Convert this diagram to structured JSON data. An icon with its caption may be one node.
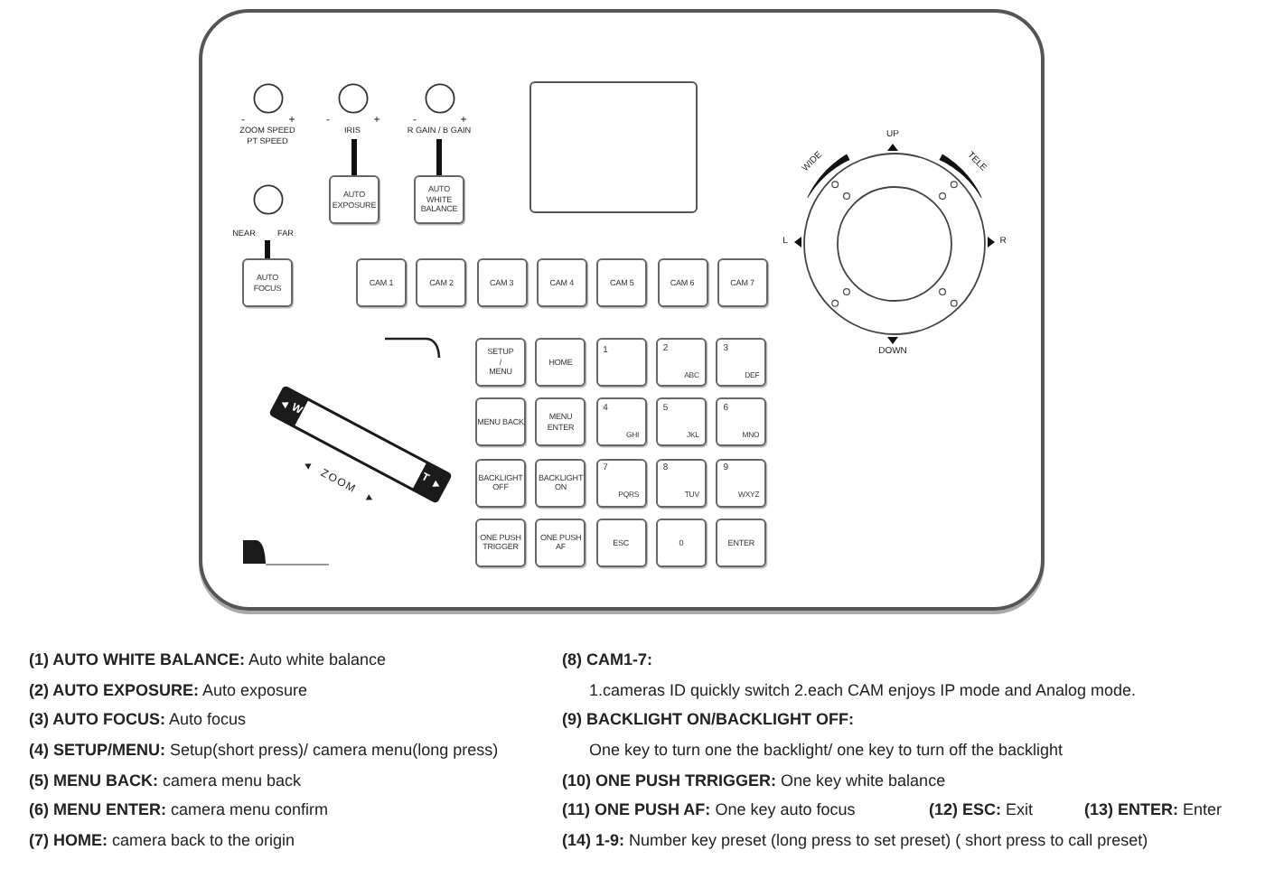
{
  "diagram": {
    "nodes": [
      {
        "text": [],
        "shape": "box"
      },
      {
        "text": [],
        "shape": "circle",
        "in": 0,
        "beside": [
          "-",
          "+",
          "ZOOM SPEED",
          "PT SPEED"
        ]
      },
      {
        "text": [],
        "shape": "circle",
        "in": 0,
        "beside": [
          "-",
          "+",
          "IRIS"
        ]
      },
      {
        "text": [],
        "shape": "circle",
        "in": 0,
        "beside": [
          "-",
          "+",
          "R GAIN / B GAIN"
        ]
      },
      {
        "text": [],
        "shape": "box",
        "in": 0
      },
      {
        "text": [
          "AUTO EXPOSURE"
        ],
        "in": 0
      },
      {
        "text": [
          "AUTO WHITE BALANCE"
        ],
        "in": 0
      },
      {
        "text": [],
        "shape": "circle",
        "in": 0,
        "beside": [
          "NEAR",
          "FAR"
        ]
      },
      {
        "text": [
          "AUTO FOCUS"
        ],
        "in": 0
      },
      {
        "text": [
          "CAM 1"
        ],
        "in": 0
      },
      {
        "text": [
          "CAM 2"
        ],
        "in": 0
      },
      {
        "text": [
          "CAM 3"
        ],
        "in": 0
      },
      {
        "text": [
          "CAM 4"
        ],
        "in": 0
      },
      {
        "text": [
          "CAM 5"
        ],
        "in": 0
      },
      {
        "text": [
          "CAM 6"
        ],
        "in": 0
      },
      {
        "text": [
          "CAM 7"
        ],
        "in": 0
      },
      {
        "text": [
          "SETUP / MENU"
        ],
        "in": 0
      },
      {
        "text": [
          "HOME"
        ],
        "in": 0
      },
      {
        "text": [
          "1"
        ],
        "in": 0
      },
      {
        "text": [
          "2",
          "ABC"
        ],
        "in": 0
      },
      {
        "text": [
          "3",
          "DEF"
        ],
        "in": 0
      },
      {
        "text": [
          "MENU BACK"
        ],
        "in": 0
      },
      {
        "text": [
          "MENU ENTER"
        ],
        "in": 0
      },
      {
        "text": [
          "4",
          "GHI"
        ],
        "in": 0
      },
      {
        "text": [
          "5",
          "JKL"
        ],
        "in": 0
      },
      {
        "text": [
          "6",
          "MNO"
        ],
        "in": 0
      },
      {
        "text": [
          "BACKLIGHT OFF"
        ],
        "in": 0
      },
      {
        "text": [
          "BACKLIGHT ON"
        ],
        "in": 0
      },
      {
        "text": [
          "7",
          "PQRS"
        ],
        "in": 0
      },
      {
        "text": [
          "8",
          "TUV"
        ],
        "in": 0
      },
      {
        "text": [
          "9",
          "WXYZ"
        ],
        "in": 0
      },
      {
        "text": [
          "ONE PUSH TRIGGER"
        ],
        "in": 0
      },
      {
        "text": [
          "ONE PUSH AF"
        ],
        "in": 0
      },
      {
        "text": [
          "ESC"
        ],
        "in": 0
      },
      {
        "text": [
          "0"
        ],
        "in": 0
      },
      {
        "text": [
          "ENTER"
        ],
        "in": 0
      }
    ],
    "edges": [
      {
        "from": 2,
        "to": 5,
        "arrow": "none"
      },
      {
        "from": 3,
        "to": 6,
        "arrow": "none"
      },
      {
        "from": 7,
        "to": 8,
        "arrow": "none"
      }
    ],
    "labels": [
      "UP",
      "WIDE",
      "TELE",
      "L",
      "R",
      "DOWN",
      "W",
      "ZOOM",
      "T",
      "**(1) AUTO WHITE BALANCE:** Auto white balance",
      "**(2) AUTO EXPOSURE:** Auto exposure",
      "**(3) AUTO FOCUS:** Auto focus",
      "**(4) SETUP/MENU:** Setup(short press)/ camera menu(long press)",
      "**(5) MENU BACK:** camera menu back",
      "**(6) MENU ENTER:** camera menu confirm",
      "**(7) HOME:** camera back to the origin",
      "(8) CAM1-7:",
      "1.cameras ID quickly switch 2.each CAM enjoys IP mode and Analog mode.",
      "(9) BACKLIGHT ON/BACKLIGHT OFF:",
      "One key to turn one the backlight/ one key to turn off the backlight",
      "**(10) ONE PUSH TRRIGGER:** One key white balance",
      "**(11) ONE PUSH AF:** One key auto focus",
      "**(12) ESC:** Exit",
      "**(13) ENTER:** Enter",
      "**(14) 1-9:** Number key preset (long press to set preset) ( short press to call preset)"
    ]
  }
}
